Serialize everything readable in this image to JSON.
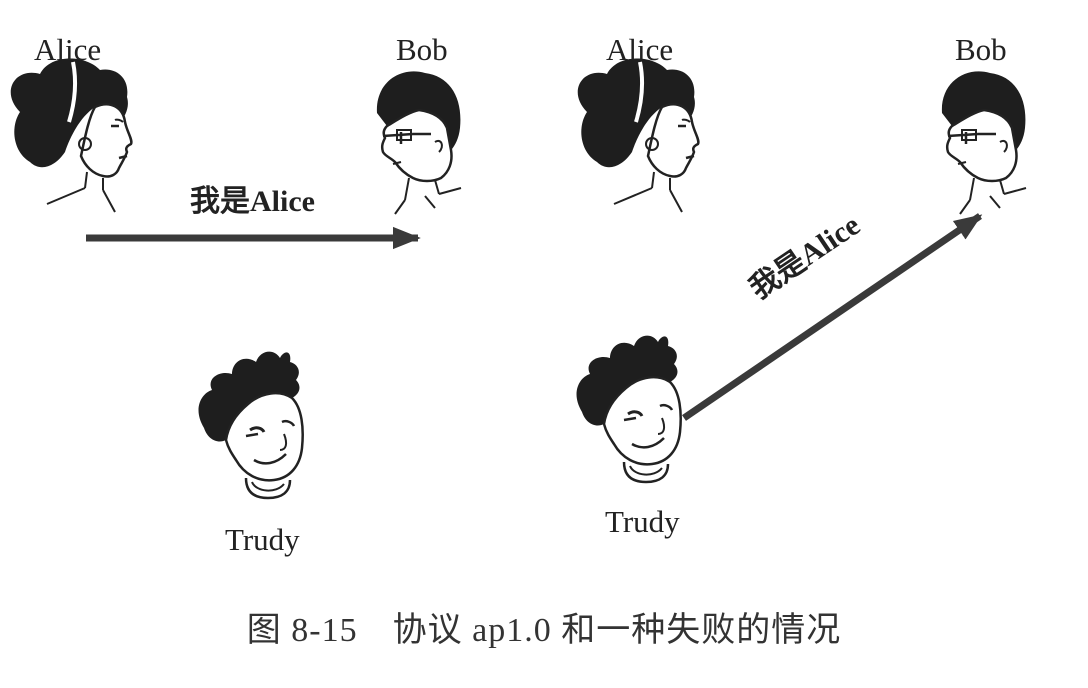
{
  "panels": [
    {
      "alice_label": "Alice",
      "bob_label": "Bob",
      "trudy_label": "Trudy",
      "message": "我是Alice",
      "sender": "Alice"
    },
    {
      "alice_label": "Alice",
      "bob_label": "Bob",
      "trudy_label": "Trudy",
      "message": "我是Alice",
      "sender": "Trudy"
    }
  ],
  "caption": "图 8-15　协议 ap1.0 和一种失败的情况",
  "colors": {
    "arrow": "#3a3a3a",
    "ink": "#222222",
    "hair": "#1e1e1e"
  }
}
